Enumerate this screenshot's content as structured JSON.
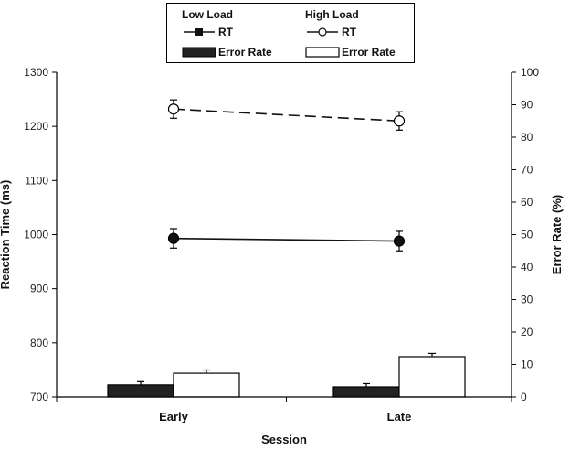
{
  "chart_data": {
    "type": "bar+line",
    "xlabel": "Session",
    "ylabel_left": "Reaction Time (ms)",
    "ylabel_right": "Error Rate (%)",
    "categories": [
      "Early",
      "Late"
    ],
    "ylim_left": [
      700,
      1300
    ],
    "ylim_right": [
      0,
      100
    ],
    "yticks_left": [
      "700",
      "800",
      "900",
      "1000",
      "1100",
      "1200",
      "1300"
    ],
    "yticks_right": [
      "0",
      "10",
      "20",
      "30",
      "40",
      "50",
      "60",
      "70",
      "80",
      "90",
      "100"
    ],
    "grid": false,
    "legend_position": "top-center",
    "legend": {
      "groups": [
        "Low Load",
        "High Load"
      ],
      "entries": {
        "low_rt": "RT",
        "high_rt": "RT",
        "low_error": "Error Rate",
        "high_error": "Error Rate"
      }
    },
    "series": [
      {
        "group": "Low Load",
        "kind": "line",
        "axis": "left",
        "values": [
          993,
          988
        ],
        "errors": [
          18,
          18
        ],
        "color": "#111111",
        "marker": "filled-circle",
        "linestyle": "solid"
      },
      {
        "group": "High Load",
        "kind": "line",
        "axis": "left",
        "values": [
          1232,
          1210
        ],
        "errors": [
          17,
          17
        ],
        "color": "#111111",
        "marker": "open-circle",
        "linestyle": "dashed"
      },
      {
        "group": "Low Load",
        "kind": "bar",
        "axis": "right",
        "values": [
          3.7,
          3.1
        ],
        "errors": [
          1.0,
          1.0
        ],
        "color": "#222222"
      },
      {
        "group": "High Load",
        "kind": "bar",
        "axis": "right",
        "values": [
          7.3,
          12.4
        ],
        "errors": [
          1.0,
          1.0
        ],
        "color": "#ffffff"
      }
    ]
  }
}
